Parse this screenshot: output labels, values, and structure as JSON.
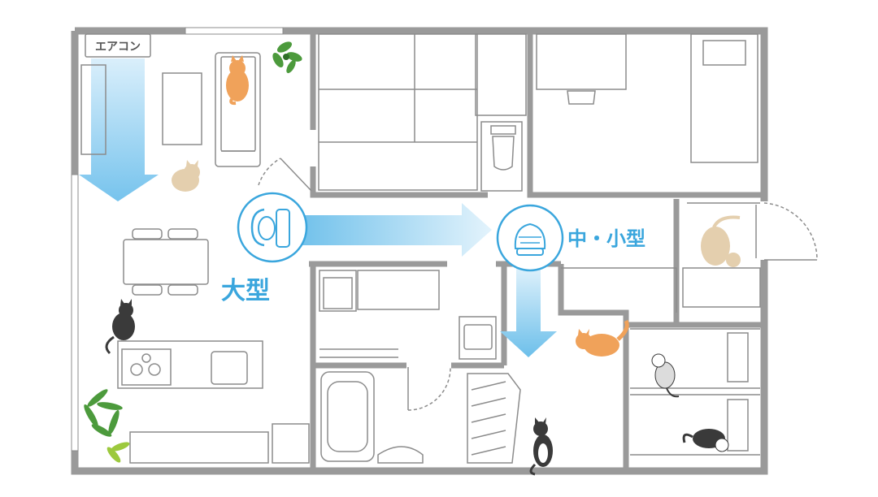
{
  "labels": {
    "aircon": "エアコン",
    "large_fan": "大型",
    "small_fan": "中・小型"
  },
  "colors": {
    "wall": "#9a9a9a",
    "line": "#8c8c8c",
    "accent": "#3aa6dd",
    "airflow": "#8fd0f2",
    "cat_orange": "#f0a25a",
    "cat_cream": "#e4cfae",
    "cat_black": "#3a3a3a",
    "plant": "#4c9a3c"
  },
  "icons": [
    "aircon-unit",
    "large-circulator-fan-icon",
    "small-circulator-fan-icon",
    "cat-icon",
    "plant-icon",
    "sofa",
    "dining-table",
    "bed",
    "toilet",
    "bathtub"
  ]
}
